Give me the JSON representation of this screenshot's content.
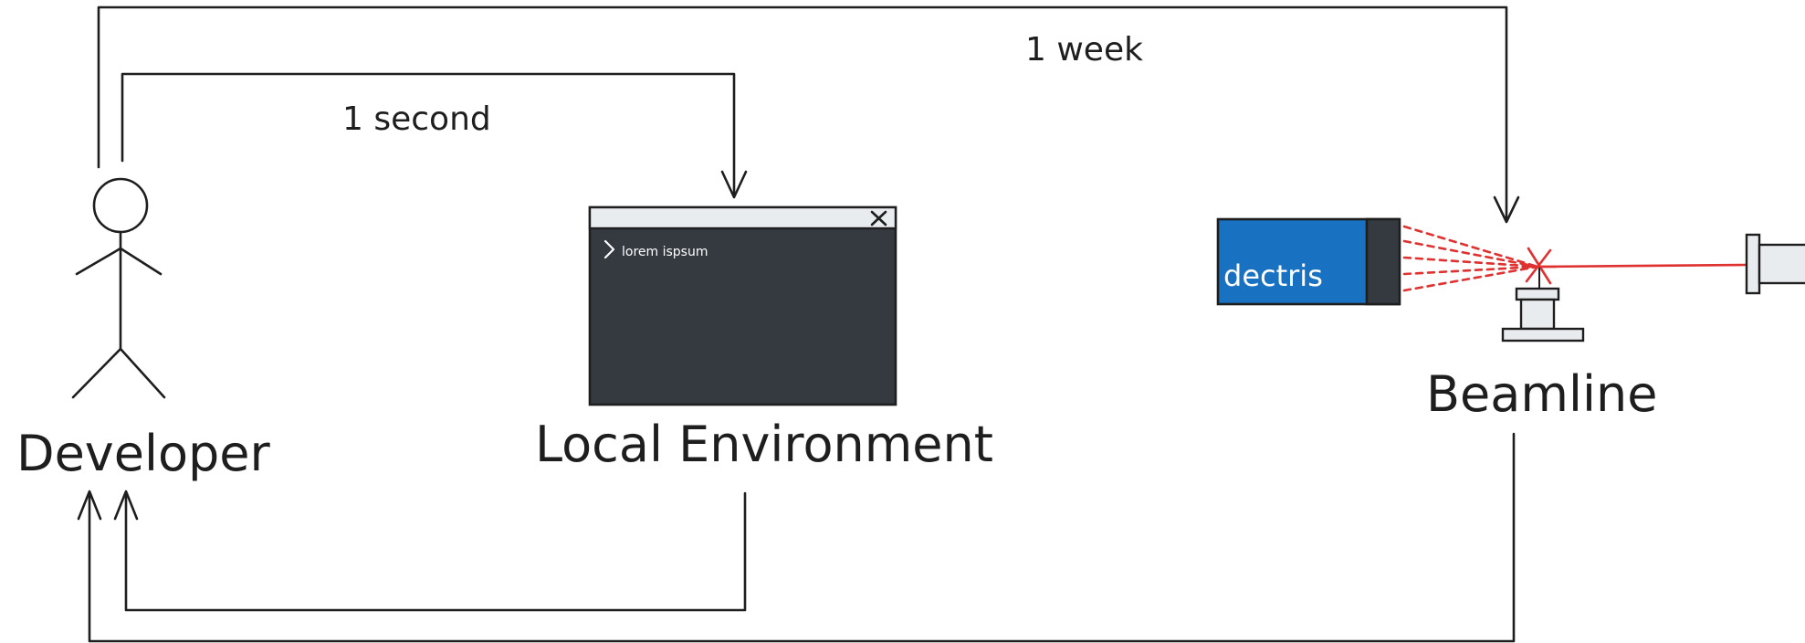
{
  "nodes": {
    "developer": {
      "label": "Developer"
    },
    "local_environment": {
      "label": "Local Environment",
      "terminal_text": "lorem ispsum",
      "terminal_prompt_icon": "chevron-right-icon",
      "close_icon": "close-icon"
    },
    "beamline": {
      "label": "Beamline",
      "detector_label": "dectris"
    }
  },
  "edges": {
    "to_local": {
      "label": "1 second"
    },
    "to_beamline": {
      "label": "1 week"
    }
  },
  "colors": {
    "ink": "#1e1e1e",
    "terminal_bg": "#343a40",
    "terminal_bar": "#e9ecef",
    "detector_blue": "#1971c2",
    "detector_dark": "#343a40",
    "beam_red": "#e03131",
    "stage_gray": "#e9ecef"
  }
}
